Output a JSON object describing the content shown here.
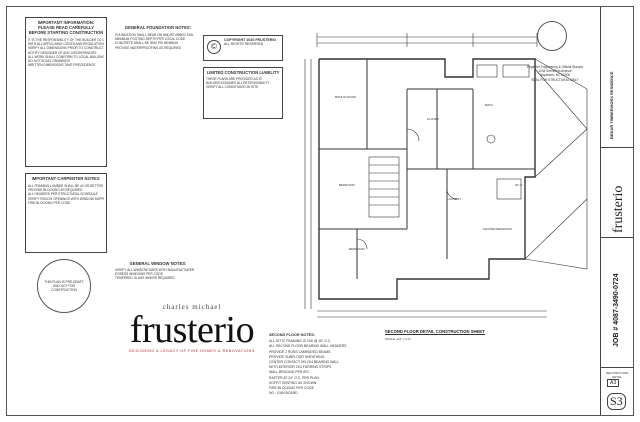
{
  "notes_left": {
    "title_1": "IMPORTANT INFORMATION:",
    "title_2": "PLEASE READ CAREFULLY",
    "title_3": "BEFORE STARTING CONSTRUCTION",
    "lines": [
      "IT IS THE RESPONSIBILITY OF THE BUILDER TO COMPLY",
      "WITH ALL APPLICABLE CODES AND REGULATIONS",
      "VERIFY ALL DIMENSIONS PRIOR TO CONSTRUCTION",
      "NOTIFY DESIGNER OF ANY DISCREPANCIES",
      "ALL WORK SHALL CONFORM TO LOCAL BUILDING CODES",
      "DO NOT SCALE DRAWINGS",
      "WRITTEN DIMENSIONS TAKE PRECEDENCE"
    ]
  },
  "notes_carpenter": {
    "title": "IMPORTANT CARPENTER NOTES:",
    "lines": [
      "ALL FRAMING LUMBER SHALL BE #2 OR BETTER",
      "PROVIDE BLOCKING AS REQUIRED",
      "ALL HEADERS PER STRUCTURAL SCHEDULE",
      "VERIFY ROUGH OPENINGS WITH WINDOW SUPPLIER",
      "FIRE BLOCKING PER CODE"
    ]
  },
  "stamp_left": "THIS PLAN IS PRE-DRAFT AND NOT FOR CONSTRUCTION",
  "notes_foundation": {
    "title": "GENERAL FOUNDATION NOTES:",
    "lines": [
      "FOUNDATION SHALL BEAR ON UNDISTURBED SOIL",
      "MINIMUM FOOTING DEPTH PER LOCAL CODE",
      "CONCRETE SHALL BE 3000 PSI MINIMUM",
      "PROVIDE WATERPROOFING AS REQUIRED"
    ]
  },
  "copyright_box": {
    "title": "COPYRIGHT 2020 FRUSTERIO",
    "subtitle": "ALL RIGHTS RESERVED"
  },
  "limited_liability": {
    "title": "LIMITED CONSTRUCTION LIABILITY",
    "lines": [
      "THESE PLANS ARE PROVIDED AS IS",
      "BUILDER ASSUMES ALL RESPONSIBILITY",
      "VERIFY ALL CONDITIONS ON SITE"
    ]
  },
  "notes_window": {
    "title": "GENERAL WINDOW NOTES:",
    "lines": [
      "VERIFY ALL WINDOW SIZES WITH MANUFACTURER",
      "EGRESS WINDOWS PER CODE",
      "TEMPERED GLASS WHERE REQUIRED"
    ]
  },
  "logo": {
    "small": "charles michael",
    "big": "frusterio",
    "tagline": "DESIGNING A LEGACY OF FINE HOMES & RENOVATIONS"
  },
  "engineer": {
    "lines": [
      "Engineer Engineering & Official Stamps",
      "1234 Somefield Avenue",
      "Anywhere, NC 00000",
      "SEAL FOR STRUCTURAL ONLY"
    ]
  },
  "plan": {
    "caption": "SECOND FLOOR DETAIL CONSTRUCTION SHEET",
    "scale": "SCALE: 1/4\" = 1'-0\"",
    "rooms": [
      "BONUS ROOM",
      "BEDROOM",
      "BEDROOM",
      "BATH",
      "MASTER BEDROOM",
      "CLOSET",
      "LAUNDRY",
      "W.I.C."
    ]
  },
  "second_floor_notes": {
    "title": "SECOND FLOOR NOTES:",
    "lines": [
      "ALL ATTIC FRAMING IS 2X6 @ 16\" O.C.",
      "ALL SECOND FLOOR BEARING WALL HEADERS",
      "PROVIDE 2 RUNS LAMINATED BEAMS",
      "PROVIDE SUBFLOOR SHEATHING",
      "CENTER CONTACT ON 2X4 BEARING WALL",
      "WITH INTERIOR 2X4 FURRING STRIPS",
      "WALL BRACING PER IRC",
      "RAFTER AT 24\" O.C. PER PLAN",
      "SOFFIT VENTING AS SHOWN",
      "FIRE BLOCKING PER CODE",
      "NO - GUN BOARD"
    ]
  },
  "titleblock": {
    "firm": "frusterio",
    "project": "BEDAR TIMBERWORX RESIDENCE",
    "job": "JOB # 4087-3490-0724",
    "sheet_label": "SECOND FLOOR DETAIL",
    "sheet_number": "S3",
    "revision": "A3"
  }
}
